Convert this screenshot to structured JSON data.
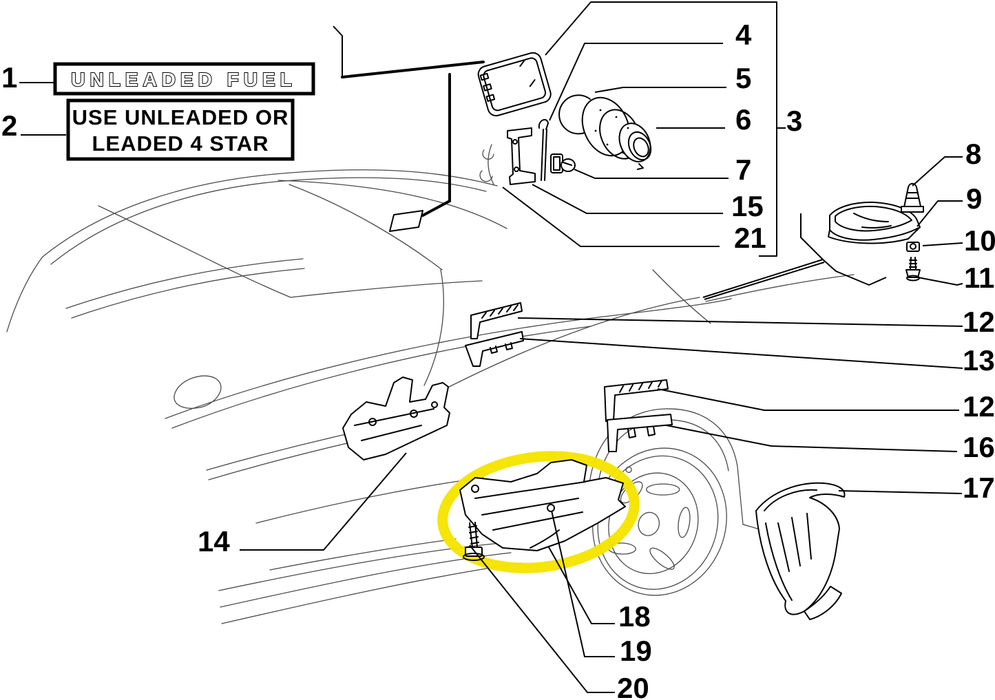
{
  "stickers": {
    "unleaded_fuel": "UNLEADED FUEL",
    "use_unleaded_line1": "USE UNLEADED OR",
    "use_unleaded_line2": "LEADED 4 STAR"
  },
  "callouts": {
    "c1": "1",
    "c2": "2",
    "c3": "3",
    "c4": "4",
    "c5": "5",
    "c6": "6",
    "c7": "7",
    "c8": "8",
    "c9": "9",
    "c10": "10",
    "c11": "11",
    "c12a": "12",
    "c13": "13",
    "c12b": "12",
    "c14": "14",
    "c15": "15",
    "c16": "16",
    "c17": "17",
    "c18": "18",
    "c19": "19",
    "c20": "20",
    "c21": "21"
  },
  "highlight": {
    "color": "#F5E400",
    "style": "hand-drawn highlighter ellipse"
  },
  "drawing": {
    "line_color": "#000000",
    "sketch_color": "#4a4a4a",
    "background": "#ffffff",
    "subject": "car side view exploded parts diagram with numbered callouts"
  }
}
